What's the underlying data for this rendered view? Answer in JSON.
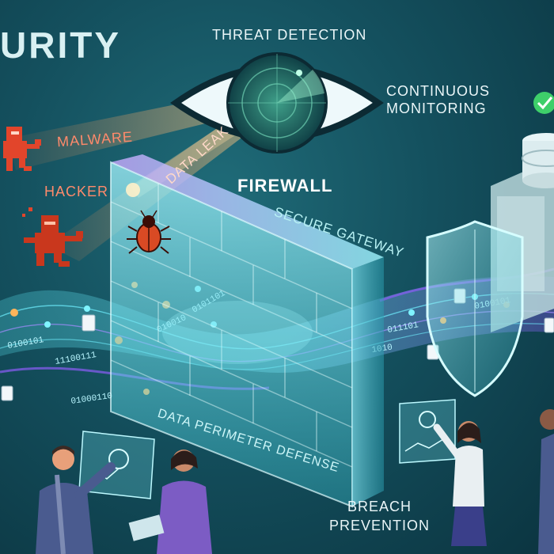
{
  "labels": {
    "title": "URITY",
    "threat_detection": "THREAT DETECTION",
    "continuous_monitoring_1": "CONTINUOUS",
    "continuous_monitoring_2": "MONITORING",
    "malware": "MALWARE",
    "hacker": "HACKER",
    "data_leak": "DATA LEAK",
    "firewall": "FIREWALL",
    "secure_gateway": "SECURE GATEWAY",
    "perimeter": "DATA PERIMETER DEFENSE",
    "breach_1": "BREACH",
    "breach_2": "PREVENTION"
  },
  "binary_strings": [
    "0100101",
    "11100111",
    "010010",
    "0101101",
    "01000110",
    "011101",
    "0100101",
    "1010"
  ],
  "icons": [
    "eye-radar-icon",
    "bug-icon",
    "shield-icon",
    "database-icon",
    "check-icon",
    "document-icon",
    "malware-figure-icon",
    "hacker-figure-icon"
  ],
  "colors": {
    "accent_cyan": "#5ff3ff",
    "threat_orange": "#ff6a3d",
    "beam_gold": "#ffb45a",
    "wave_purple": "#8b5cf6",
    "check_green": "#3ecf6a"
  }
}
